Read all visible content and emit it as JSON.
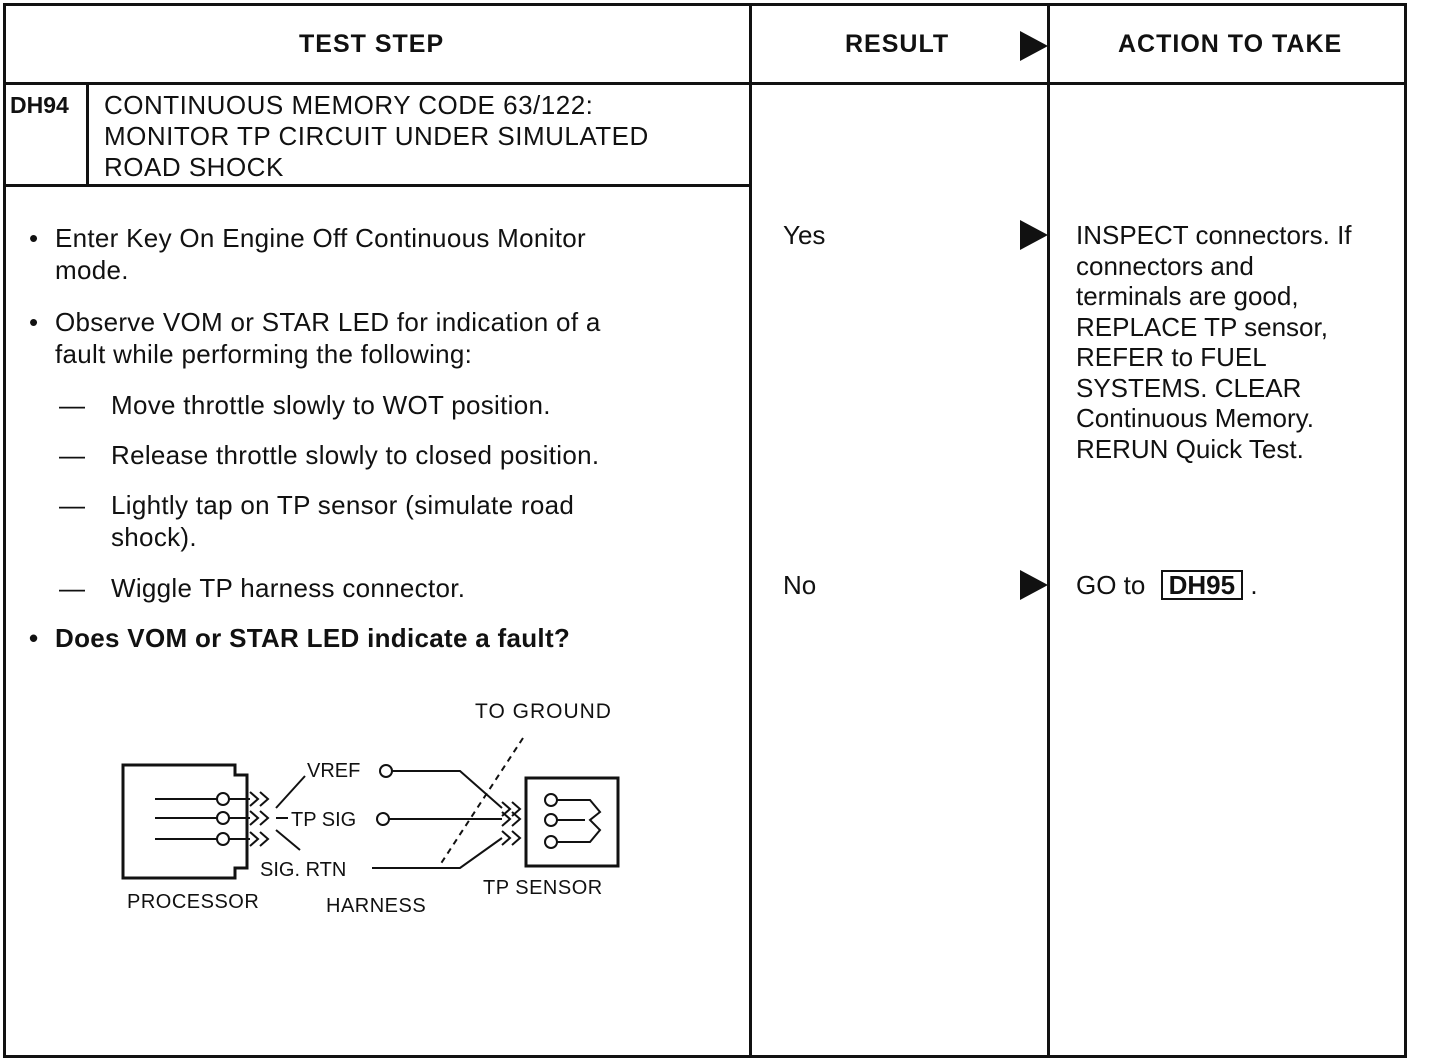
{
  "header": {
    "test_step": "TEST STEP",
    "result": "RESULT",
    "action": "ACTION TO TAKE"
  },
  "step": {
    "code": "DH94",
    "title": [
      "CONTINUOUS MEMORY CODE 63/122:",
      "MONITOR TP CIRCUIT UNDER SIMULATED",
      "ROAD SHOCK"
    ],
    "lines": [
      {
        "type": "bullet",
        "text": "Enter Key On Engine Off Continuous Monitor"
      },
      {
        "type": "cont1",
        "text": "mode."
      },
      {
        "type": "bullet",
        "text": "Observe VOM or STAR LED for indication of a"
      },
      {
        "type": "cont1",
        "text": "fault while performing the following:"
      },
      {
        "type": "dash",
        "text": "Move throttle slowly to WOT position."
      },
      {
        "type": "dash",
        "text": "Release throttle slowly to closed position."
      },
      {
        "type": "dash",
        "text": "Lightly tap on TP sensor (simulate road"
      },
      {
        "type": "cont2",
        "text": "shock)."
      },
      {
        "type": "dash",
        "text": "Wiggle TP harness connector."
      },
      {
        "type": "bullet-bold",
        "text": "Does VOM or STAR LED indicate a fault?"
      }
    ]
  },
  "diagram": {
    "to_ground": "TO GROUND",
    "vref": "VREF",
    "tp_sig": "TP SIG",
    "sig_rtn": "SIG. RTN",
    "processor": "PROCESSOR",
    "harness": "HARNESS",
    "tp_sensor": "TP SENSOR"
  },
  "results": [
    {
      "label": "Yes",
      "action_lines": [
        "INSPECT connectors. If",
        "connectors and",
        "terminals are good,",
        "REPLACE TP sensor,",
        "REFER to FUEL",
        "SYSTEMS. CLEAR",
        "Continuous Memory.",
        "RERUN Quick Test."
      ]
    },
    {
      "label": "No",
      "action_prefix": "GO to",
      "action_ref": "DH95",
      "action_suffix": "."
    }
  ]
}
